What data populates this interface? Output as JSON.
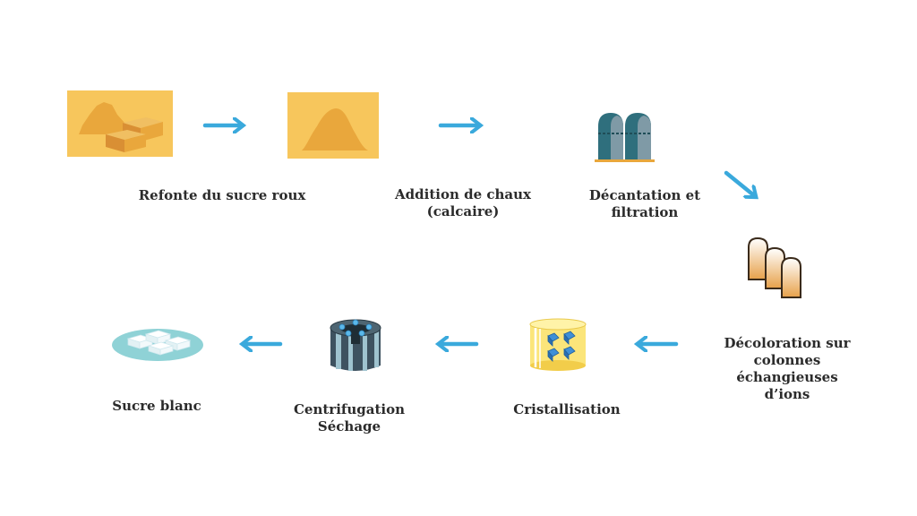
{
  "steps": [
    {
      "id": "refonte",
      "label": "Refonte du sucre roux",
      "icon": "brown-sugar-cubes-icon"
    },
    {
      "id": "addition",
      "label": "Addition de chaux\n(calcaire)",
      "icon": "lime-pile-icon"
    },
    {
      "id": "decantation",
      "label": "Décantation et\nfiltration",
      "icon": "settling-tanks-icon"
    },
    {
      "id": "decoloration",
      "label": "Décoloration sur\ncolonnes\néchangieuses\nd’ions",
      "icon": "ion-exchange-columns-icon"
    },
    {
      "id": "cristal",
      "label": "Cristallisation",
      "icon": "crystallizer-icon"
    },
    {
      "id": "centri",
      "label": "Centrifugation\nSéchage",
      "icon": "centrifuge-icon"
    },
    {
      "id": "sucre",
      "label": "Sucre blanc",
      "icon": "white-sugar-plate-icon"
    }
  ],
  "colors": {
    "arrow": "#3aa9dc",
    "sand_bg": "#f7c65c",
    "sand_pile": "#e9a73c",
    "tank_dark": "#2f6f7d",
    "tank_mid": "#7f9aa6",
    "column_fill": "#e7a14a",
    "crystal": "#3f8fd6",
    "crystallizer_body": "#fbe57a",
    "plate": "#8fd2d6",
    "text": "#2b2b2b"
  }
}
